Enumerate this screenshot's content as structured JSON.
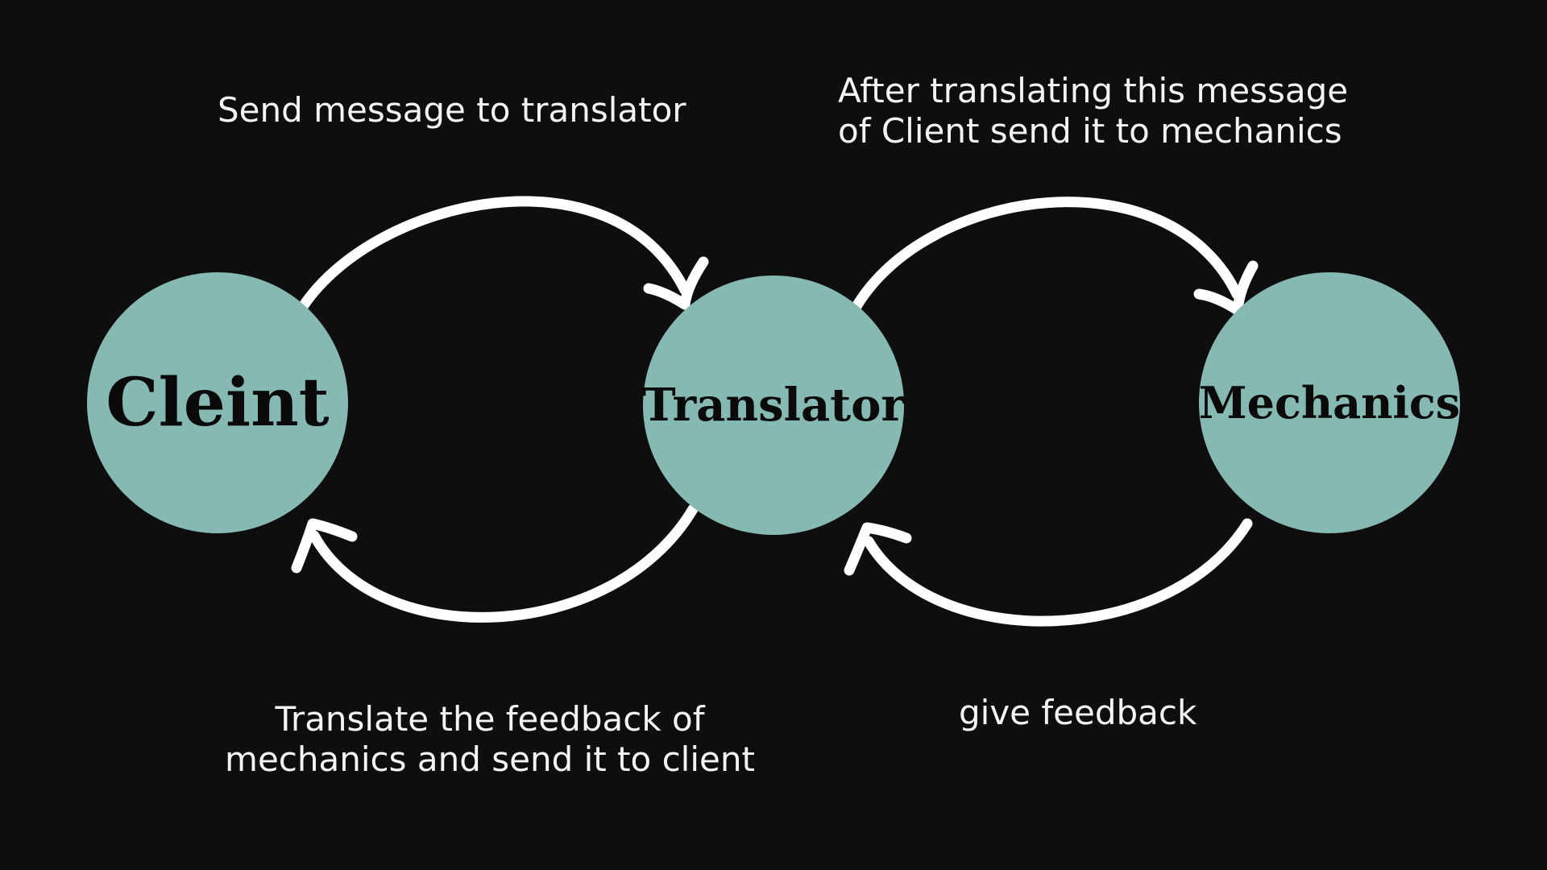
{
  "colors": {
    "background": "#0e0e0e",
    "node_fill": "#86b9b2",
    "arrow": "#ffffff",
    "text_light": "#f4f4f4",
    "text_dark": "#0a0a0a"
  },
  "nodes": {
    "client": {
      "label": "Cleint"
    },
    "translator": {
      "label": "Translator"
    },
    "mechanics": {
      "label": "Mechanics"
    }
  },
  "captions": {
    "send_to_translator": "Send message to translator",
    "after_translating": {
      "line1": "After translating this message",
      "line2": "of Client send it to mechanics"
    },
    "translate_feedback": {
      "line1": "Translate the feedback of",
      "line2": "mechanics and send it to client"
    },
    "give_feedback": "give feedback"
  }
}
